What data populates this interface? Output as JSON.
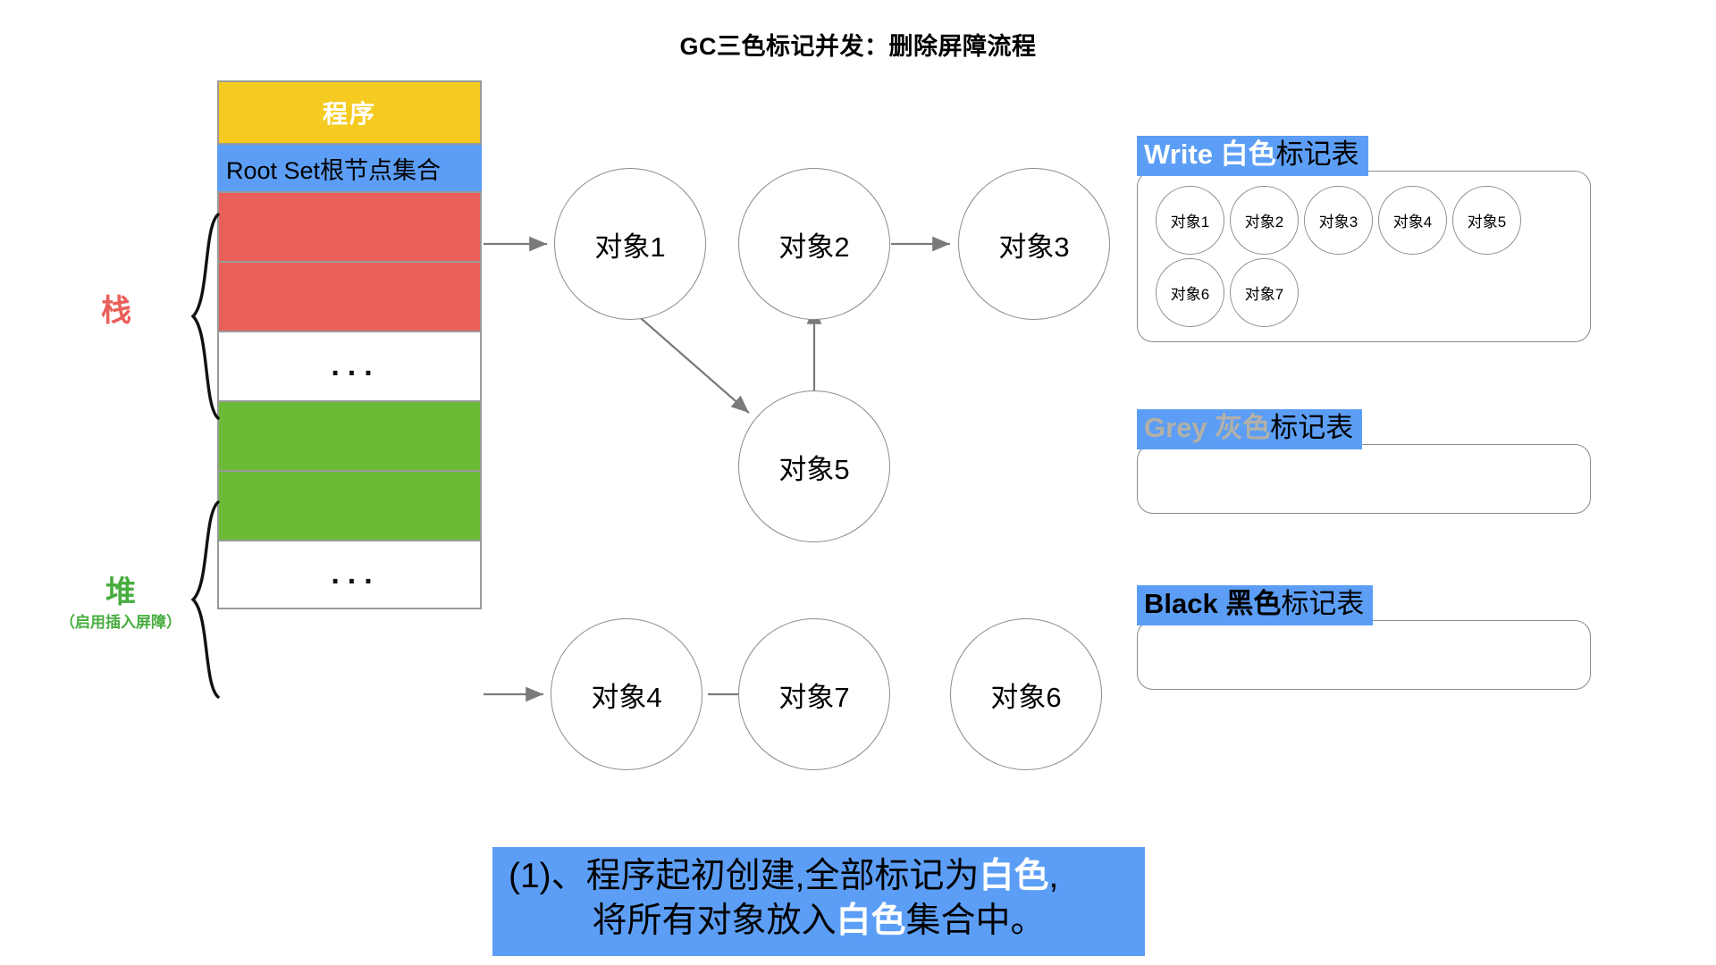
{
  "title": "GC三色标记并发：删除屏障流程",
  "memory_column": {
    "program_cell": "程序",
    "root_set_cell": "Root Set根节点集合",
    "dots": "...",
    "cells": [
      {
        "name": "program",
        "label": "程序",
        "color": "#f5cb21"
      },
      {
        "name": "root-set",
        "label": "Root Set根节点集合",
        "color": "#5c9ef5"
      },
      {
        "name": "stack-slot-1",
        "label": "",
        "color": "#e9605a"
      },
      {
        "name": "stack-slot-2",
        "label": "",
        "color": "#e9605a"
      },
      {
        "name": "stack-ellipsis",
        "label": "...",
        "color": "#ffffff"
      },
      {
        "name": "heap-slot-1",
        "label": "",
        "color": "#6cbb36"
      },
      {
        "name": "heap-slot-2",
        "label": "",
        "color": "#6cbb36"
      },
      {
        "name": "heap-ellipsis",
        "label": "...",
        "color": "#ffffff"
      }
    ]
  },
  "side_labels": {
    "stack": {
      "title": "栈",
      "subtitle": "",
      "color": "#e9605a"
    },
    "heap": {
      "title": "堆",
      "subtitle": "（启用插入屏障）",
      "color": "#47ad3f"
    }
  },
  "graph": {
    "nodes": [
      {
        "id": "obj1",
        "label": "对象1"
      },
      {
        "id": "obj2",
        "label": "对象2"
      },
      {
        "id": "obj3",
        "label": "对象3"
      },
      {
        "id": "obj5",
        "label": "对象5"
      },
      {
        "id": "obj4",
        "label": "对象4"
      },
      {
        "id": "obj7",
        "label": "对象7"
      },
      {
        "id": "obj6",
        "label": "对象6"
      }
    ],
    "edges": [
      {
        "from": "root-set-stack-slot-1",
        "to": "obj1"
      },
      {
        "from": "obj1",
        "to": "obj5"
      },
      {
        "from": "obj5",
        "to": "obj2"
      },
      {
        "from": "obj2",
        "to": "obj3"
      },
      {
        "from": "heap-slot-2",
        "to": "obj4"
      },
      {
        "from": "obj4",
        "to": "obj7"
      }
    ]
  },
  "mark_tables": [
    {
      "name": "white",
      "en": "Write",
      "cn": "白色",
      "suffix": "标记表",
      "items": [
        "对象1",
        "对象2",
        "对象3",
        "对象4",
        "对象5",
        "对象6",
        "对象7"
      ]
    },
    {
      "name": "grey",
      "en": "Grey",
      "cn": "灰色",
      "suffix": "标记表",
      "items": []
    },
    {
      "name": "black",
      "en": "Black",
      "cn": "黑色",
      "suffix": "标记表",
      "items": []
    }
  ],
  "caption": {
    "line1_pre": "(1)、程序起初创建,全部标记为",
    "line1_hi": "白色",
    "line1_post": ",",
    "line2_pre": "将所有对象放入",
    "line2_hi": "白色",
    "line2_post": "集合中。"
  },
  "colors": {
    "accent_blue": "#5c9ef5",
    "program_yellow": "#f5cb21",
    "stack_red": "#e9605a",
    "heap_green": "#6cbb36",
    "border_grey": "#9a9a9a",
    "node_stroke": "#8d8d8d",
    "grey_text": "#b3b0a7"
  }
}
